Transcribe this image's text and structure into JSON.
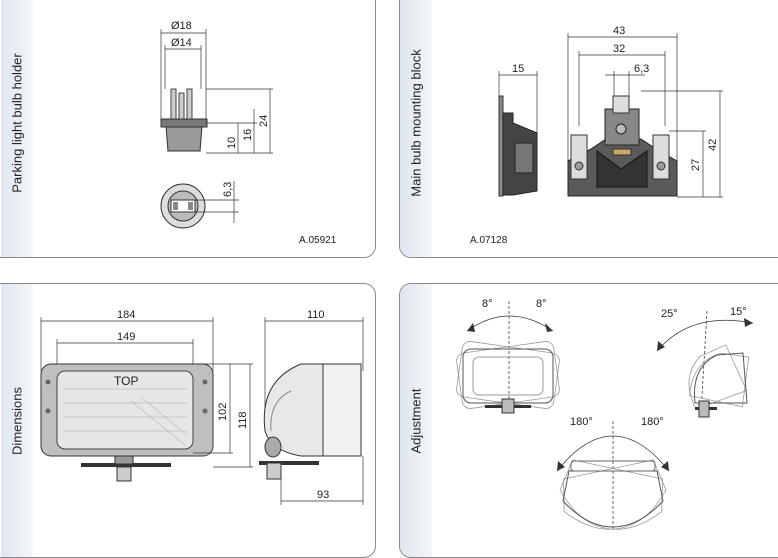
{
  "panels": {
    "parking": {
      "title": "Parking light bulb holder",
      "code": "A.05921",
      "dims": {
        "d18": "Ø18",
        "d14": "Ø14",
        "h10": "10",
        "h16": "16",
        "h24": "24",
        "w63": "6,3"
      }
    },
    "main": {
      "title": "Main bulb mounting block",
      "code": "A.07128",
      "dims": {
        "w15": "15",
        "w43": "43",
        "w32": "32",
        "w63": "6,3",
        "h27": "27",
        "h42": "42"
      }
    },
    "dimensions": {
      "title": "Dimensions",
      "top_text": "TOP",
      "dims": {
        "w184": "184",
        "w149": "149",
        "h102": "102",
        "h118": "118",
        "w110": "110",
        "w93": "93"
      }
    },
    "adjustment": {
      "title": "Adjustment",
      "angles": {
        "a8l": "8°",
        "a8r": "8°",
        "a25": "25°",
        "a15": "15°",
        "a180l": "180°",
        "a180r": "180°"
      }
    }
  },
  "colors": {
    "border": "#8a8a8a",
    "rail": "#dfe6ef"
  }
}
